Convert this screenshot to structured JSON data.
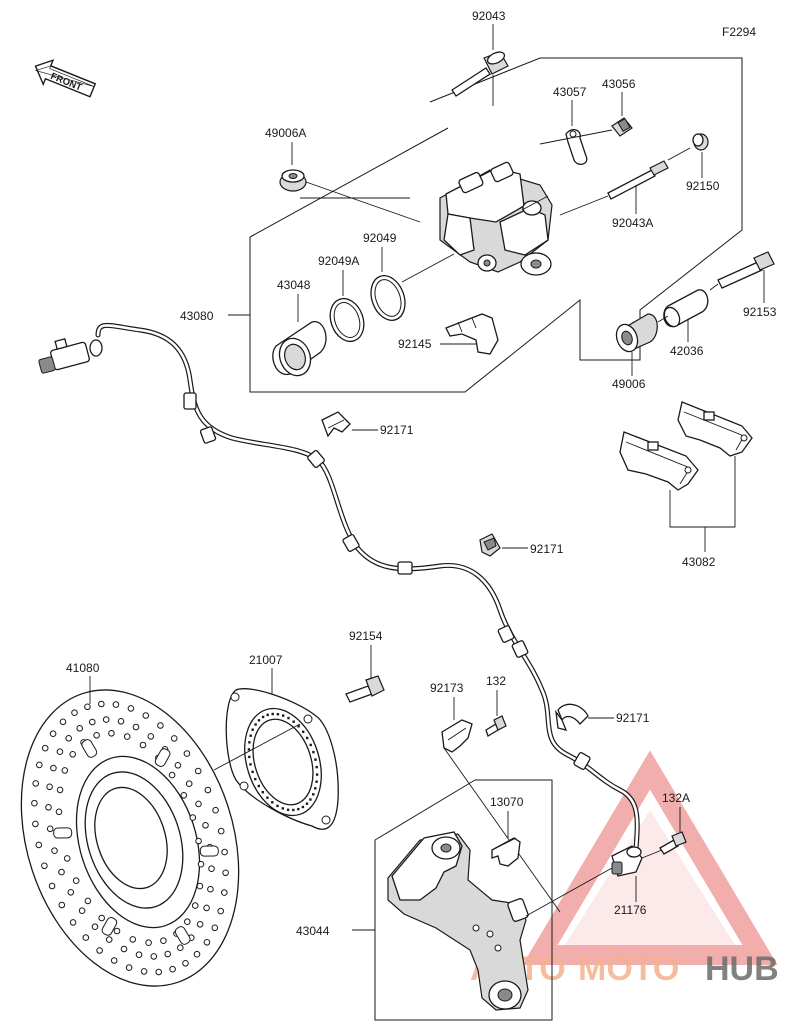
{
  "figure_code": "F2294",
  "front_label": "FRONT",
  "watermark": {
    "text_auto": "AUTO",
    "text_moto": "MOTO",
    "text_hub": "HUB",
    "color_accent": "#f2b28f",
    "color_dark": "#6b6b6b",
    "triangle_color": "#e34a4a"
  },
  "parts": {
    "p92043": "92043",
    "p43057": "43057",
    "p43056": "43056",
    "p49006A": "49006A",
    "p92150": "92150",
    "p92043A": "92043A",
    "p92049": "92049",
    "p92049A": "92049A",
    "p43048": "43048",
    "p43080": "43080",
    "p92153": "92153",
    "p92145": "92145",
    "p42036": "42036",
    "p49006": "49006",
    "p92171_a": "92171",
    "p92171_b": "92171",
    "p92171_c": "92171",
    "p43082": "43082",
    "p92154": "92154",
    "p21007": "21007",
    "p41080": "41080",
    "p92173": "92173",
    "p132": "132",
    "p132A": "132A",
    "p13070": "13070",
    "p21176": "21176",
    "p43044": "43044"
  }
}
